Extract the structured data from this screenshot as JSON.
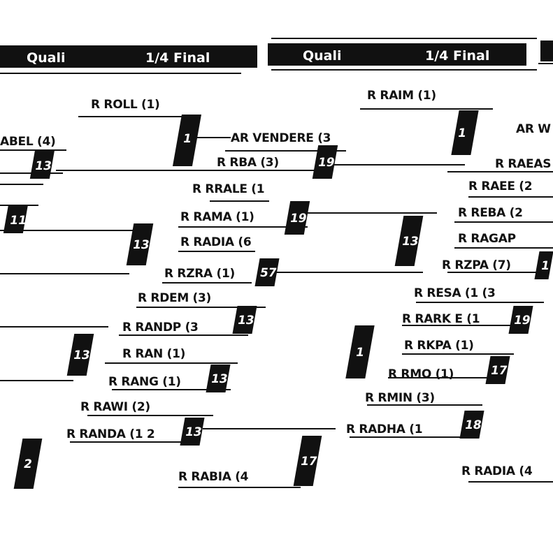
{
  "colors": {
    "ink": "#111111",
    "paper": "#ffffff"
  },
  "headers": [
    "Quali",
    "1/4 Final",
    "Quali",
    "1/4 Final"
  ],
  "labels": [
    "R ROLL (1)",
    "ABEL (4)",
    "AR VENDERE (3",
    "R RBA (3)",
    "R RRALE (1",
    "R RAMA (1)",
    "R RADIA (6",
    "R RZRA (1)",
    "R RDEM (3)",
    "R RANDP (3",
    "R RAN (1)",
    "R RANG (1)",
    "R RAWI (2)",
    "R RANDA (1 2",
    "R RABIA (4",
    "R RAIM (1)",
    "R RAEAS",
    "R RAEE (2",
    "R REBA (2",
    "R RAGAP",
    "R RZPA (7)",
    "R RESA (1 (3",
    "R RARK E (1",
    "R RKPA (1)",
    "R RMO (1)",
    "R RMIN (3)",
    "R RADHA (1",
    "R RADIA (4",
    "AR W"
  ],
  "badges": [
    "1",
    "13",
    "19",
    "1",
    "11",
    "19",
    "13",
    "13",
    "57",
    "1",
    "13",
    "19",
    "13",
    "1",
    "13",
    "17",
    "13",
    "18",
    "2",
    "17"
  ]
}
